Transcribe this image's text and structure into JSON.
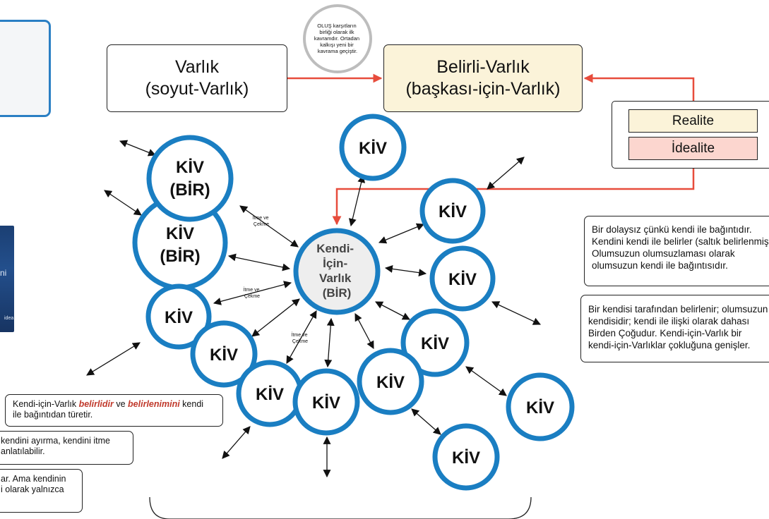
{
  "top": {
    "varlik_line1": "Varlık",
    "varlik_line2": "(soyut-Varlık)",
    "belirli_line1": "Belirli-Varlık",
    "belirli_line2": "(başkası-için-Varlık)",
    "olus_note": [
      "OLUŞ karşıtların",
      "birliği olarak ilk",
      "kavramdır. Ortadan",
      "kalkışı yeni bir",
      "kavrama geçiştir."
    ]
  },
  "legend": {
    "realite": "Realite",
    "idealite": "İdealite",
    "realite_color": "#fbf3d9",
    "idealite_color": "#fcd6cf"
  },
  "nodes": {
    "kiv": "KİV",
    "bir": "(BİR)",
    "center": [
      "Kendi-",
      "İçin-",
      "Varlık",
      "(BİR)"
    ]
  },
  "edge_labels": {
    "itme_1": [
      "İtme ve",
      "Çekme"
    ],
    "itme_2": [
      "İtme ve",
      "Çekme"
    ],
    "itme_3": [
      "İtme ve",
      "Çekme"
    ]
  },
  "notes": {
    "right1": [
      "Bir dolaysız çünkü kendi ile bağıntıdır.",
      "Kendini kendi ile belirler (saltık belirlenmişlik).",
      "Olumsuzun olumsuzlaması olarak",
      "olumsuzun kendi ile bağıntısıdır."
    ],
    "right2": [
      "Bir kendisi tarafından belirlenir; olumsuzun",
      "kendisidir; kendi ile ilişki olarak dahası",
      "Birden Çoğudur. Kendi-için-Varlık bir",
      "kendi-için-Varlıklar çokluğuna genişler."
    ],
    "bottom1_pre": "Kendi-için-Varlık ",
    "bottom1_em1": "belirlidir",
    "bottom1_mid": " ve ",
    "bottom1_em2": "belirlenimini",
    "bottom1_post": " kendi",
    "bottom1_line2": "ile bağıntıdan türetir.",
    "bottom2": [
      "kendini ayırma, kendini itme",
      "anlatılabilir."
    ],
    "bottom3": [
      "ar. Ama kendinin",
      "i olarak yalnızca"
    ]
  },
  "thumbnail": {
    "text1": "ni",
    "text2": "idea"
  },
  "colors": {
    "node_stroke": "#1a7ec2",
    "center_fill": "#eeeeee",
    "red_arrow": "#e74c3c",
    "belirli_fill": "#fbf3d9"
  }
}
